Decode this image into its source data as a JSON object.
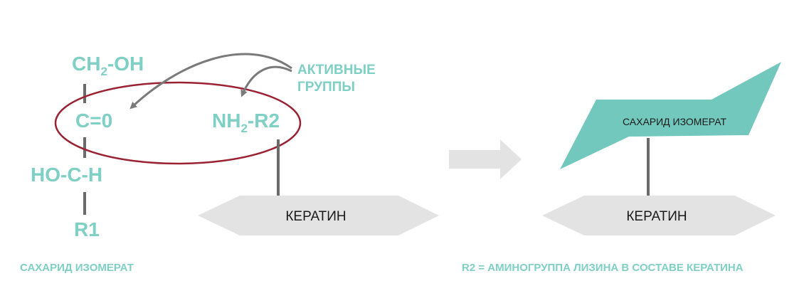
{
  "formula": {
    "ch2_main": "CH",
    "ch2_sub": "2",
    "ch2_tail": "-OH",
    "carbonyl": "C=0",
    "hoch": "HO-C-H",
    "r1": "R1"
  },
  "amine": {
    "main": "NH",
    "sub": "2",
    "tail": "-R2"
  },
  "active_groups": {
    "line1": "АКТИВНЫЕ",
    "line2": "ГРУППЫ"
  },
  "left_keratin_label": "КЕРАТИН",
  "right_keratin_label": "КЕРАТИН",
  "right_saccharide_label": "САХАРИД ИЗОМЕРАТ",
  "caption_left": "САХАРИД ИЗОМЕРАТ",
  "caption_right": "R2 = АМИНОГРУППА ЛИЗИНА В СОСТАВЕ КЕРАТИНА",
  "colors": {
    "teal": "#7ecfc4",
    "teal_shape": "#72c8bd",
    "dark_red": "#9b2233",
    "gray_line": "#6b6b6b",
    "light_gray": "#e3e3e3",
    "arrow_gray": "#7a7a7a"
  }
}
